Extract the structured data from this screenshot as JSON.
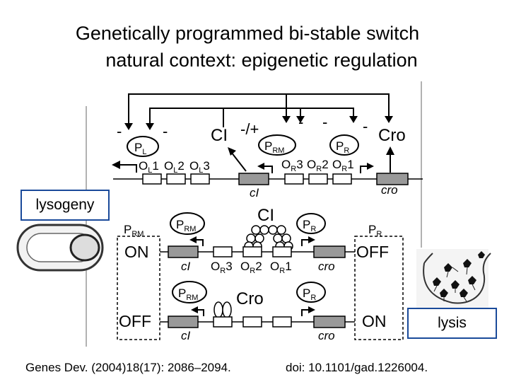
{
  "title": {
    "line1": "Genetically programmed bi-stable switch",
    "line2": "natural context: epigenetic regulation"
  },
  "labels": {
    "lysogeny": "lysogeny",
    "lysis": "lysis"
  },
  "top_diagram": {
    "signs": [
      "-",
      "-",
      "-/+",
      "-",
      "-",
      "-"
    ],
    "CI": "CI",
    "Cro": "Cro",
    "PL": "P",
    "PL_sub": "L",
    "PRM": "P",
    "PRM_sub": "RM",
    "PR": "P",
    "PR_sub": "R",
    "OL1": "O",
    "OL1_sub": "L",
    "OL1_num": "1",
    "OL2": "O",
    "OL2_sub": "L",
    "OL2_num": "2",
    "OL3": "O",
    "OL3_sub": "L",
    "OL3_num": "3",
    "OR3": "O",
    "OR3_sub": "R",
    "OR3_num": "3",
    "OR2": "O",
    "OR2_sub": "R",
    "OR2_num": "2",
    "OR1": "O",
    "OR1_sub": "R",
    "OR1_num": "1",
    "cI_gene": "cI",
    "cro_gene": "cro"
  },
  "lysogeny_diagram": {
    "CI": "CI",
    "PRM_left": "P",
    "PRM_left_sub": "RM",
    "ON": "ON",
    "PRM_bubble": "P",
    "PRM_bubble_sub": "RM",
    "PR_bubble": "P",
    "PR_bubble_sub": "R",
    "PR_right": "P",
    "PR_right_sub": "R",
    "OFF": "OFF",
    "cI_gene": "cI",
    "cro_gene": "cro",
    "OR3": "O",
    "OR3_sub": "R",
    "OR3_num": "3",
    "OR2": "O",
    "OR2_sub": "R",
    "OR2_num": "2",
    "OR1": "O",
    "OR1_sub": "R",
    "OR1_num": "1"
  },
  "lysis_diagram": {
    "Cro": "Cro",
    "PRM_bubble": "P",
    "PRM_bubble_sub": "RM",
    "PR_bubble": "P",
    "PR_bubble_sub": "R",
    "OFF": "OFF",
    "ON": "ON",
    "cI_gene": "cI",
    "cro_gene": "cro"
  },
  "citation": {
    "journal": "Genes Dev. (2004)18(17): 2086–2094.",
    "doi": "doi: 10.1101/gad.1226004."
  }
}
